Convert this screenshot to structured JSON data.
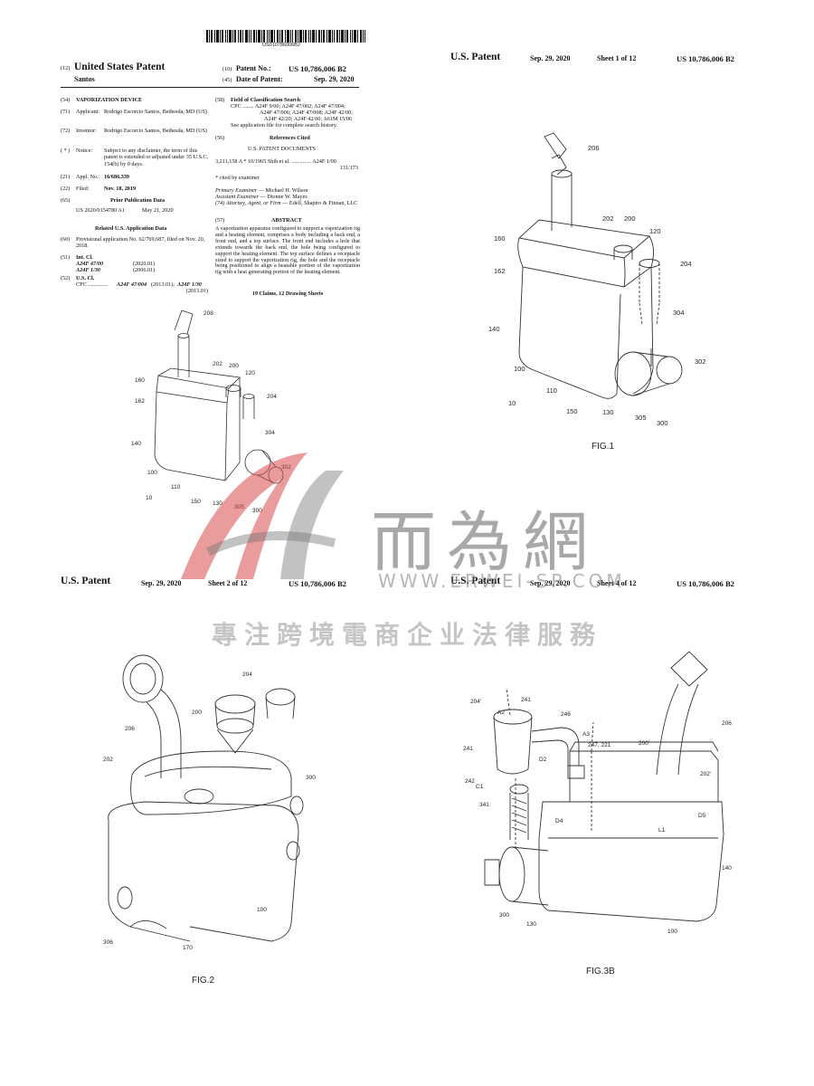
{
  "barcode": {
    "number": "US010786006B2"
  },
  "front": {
    "country_code": "(12)",
    "title": "United States Patent",
    "inventor_name": "Santos",
    "patent_no_code": "(10)",
    "patent_no_label": "Patent No.:",
    "patent_no": "US 10,786,006 B2",
    "date_code": "(45)",
    "date_label": "Date of Patent:",
    "date": "Sep. 29, 2020",
    "left_fields": [
      {
        "code": "(54)",
        "label": "",
        "value": "VAPORIZATION DEVICE"
      },
      {
        "code": "(71)",
        "label": "Applicant:",
        "value": "Rodrigo Escorcio Santos, Bethesda, MD (US)"
      },
      {
        "code": "(72)",
        "label": "Inventor:",
        "value": "Rodrigo Escorcio Santos, Bethesda, MD (US)"
      },
      {
        "code": "( * )",
        "label": "Notice:",
        "value": "Subject to any disclaimer, the term of this patent is extended or adjusted under 35 U.S.C. 154(b) by 0 days."
      },
      {
        "code": "(21)",
        "label": "Appl. No.:",
        "value": "16/686,339"
      },
      {
        "code": "(22)",
        "label": "Filed:",
        "value": "Nov. 18, 2019"
      }
    ],
    "prior_pub": {
      "code": "(65)",
      "heading": "Prior Publication Data",
      "number": "US 2020/0154780 A1",
      "date": "May 21, 2020"
    },
    "related": {
      "heading": "Related U.S. Application Data",
      "code": "(60)",
      "text": "Provisional application No. 62/769,687, filed on Nov. 20, 2018."
    },
    "int_cl": {
      "code": "(51)",
      "label": "Int. Cl.",
      "items": [
        {
          "cls": "A24F 47/00",
          "year": "(2020.01)"
        },
        {
          "cls": "A24F 1/30",
          "year": "(2006.01)"
        }
      ]
    },
    "us_cl": {
      "code": "(52)",
      "label": "U.S. Cl.",
      "prefix": "CPC ..............",
      "text1": "A24F 47/004",
      "text2": "(2013.01);",
      "text3": "A24F 1/30",
      "text4": "(2013.01)"
    },
    "field_search": {
      "code": "(58)",
      "heading": "Field of Classification Search",
      "lines": [
        "CPC ........ A24F 9/00; A24F 47/002; A24F 47/004;",
        "A24F 47/006; A24F 47/008; A24F 42/00;",
        "A24F 42/20; A24F 42/60; A61M 15/06",
        "See application file for complete search history."
      ]
    },
    "refs": {
      "code": "(56)",
      "heading": "References Cited",
      "subheading": "U.S. PATENT DOCUMENTS",
      "entry_left": "3,211,158 A  *  10/1965  Shih et al.  ..............  A24F 1/00",
      "entry_right": "131/173"
    },
    "cited_note": "* cited by examiner",
    "examiners": {
      "primary_label": "Primary Examiner",
      "primary": "— Michael H. Wilson",
      "assistant_label": "Assistant Examiner",
      "assistant": "— Dionne W. Mayes",
      "attorney_label": "(74) Attorney, Agent, or Firm",
      "attorney": "— Edell, Shapiro & Finnan, LLC"
    },
    "abstract": {
      "code": "(57)",
      "heading": "ABSTRACT",
      "text": "A vaporization apparatus configured to support a vaporization rig and a heating element, comprises a body including a back end, a front end, and a top surface. The front end includes a hole that extends towards the back end, the hole being configured to support the heating element. The top surface defines a receptacle sized to support the vaporization rig, the hole and the receptacle being positioned to align a heatable portion of the vaporization rig with a heat generating portion of the heating element."
    },
    "claims_line": "19 Claims, 12 Drawing Sheets",
    "front_drawing_labels": [
      "208",
      "202",
      "200",
      "120",
      "160",
      "204",
      "162",
      "304",
      "140",
      "302",
      "100",
      "110",
      "10",
      "150",
      "130",
      "305",
      "300"
    ]
  },
  "sheet1": {
    "header_left": "U.S. Patent",
    "header_date": "Sep. 29, 2020",
    "header_sheet": "Sheet 1 of 12",
    "header_no": "US 10,786,006 B2",
    "fig": "FIG.1",
    "labels": [
      "206",
      "202",
      "200",
      "120",
      "160",
      "204",
      "162",
      "304",
      "140",
      "302",
      "100",
      "110",
      "10",
      "150",
      "130",
      "305",
      "300"
    ]
  },
  "sheet2": {
    "header_left": "U.S. Patent",
    "header_date": "Sep. 29, 2020",
    "header_sheet": "Sheet 2 of 12",
    "header_no": "US 10,786,006 B2",
    "fig": "FIG.2",
    "labels": [
      "204",
      "206",
      "200",
      "202",
      "300",
      "100",
      "306",
      "170"
    ]
  },
  "sheet4": {
    "header_left": "U.S. Patent",
    "header_date": "Sep. 29, 2020",
    "header_sheet": "Sheet 4 of 12",
    "header_no": "US 10,786,006 B2",
    "fig": "FIG.3B",
    "labels": [
      "204'",
      "241",
      "A2",
      "246",
      "206",
      "A3",
      "241",
      "D2",
      "247, 221",
      "200'",
      "242",
      "C1",
      "202'",
      "341",
      "D4",
      "L1",
      "D5",
      "140",
      "300",
      "130",
      "100"
    ]
  },
  "watermark": {
    "logo_text": "而為網",
    "url": "WWW.ERWEI-SP.COM",
    "slogan": "專注跨境電商企业法律服務",
    "logo_color": "#d94a4a"
  }
}
